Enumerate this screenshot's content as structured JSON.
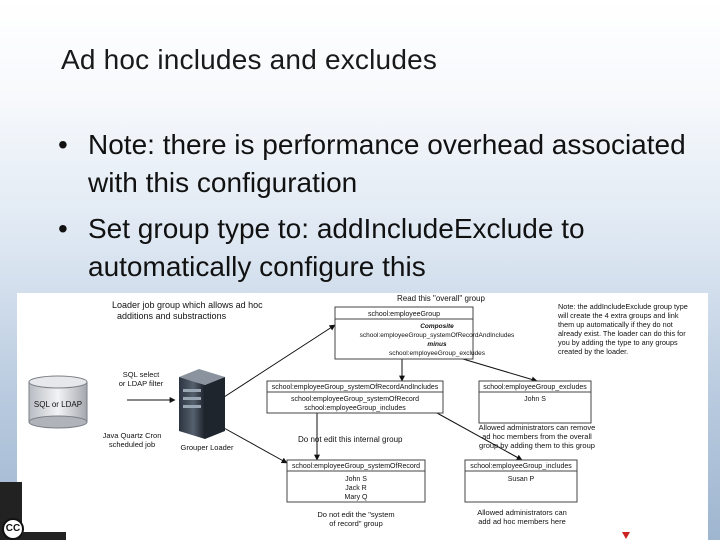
{
  "slide": {
    "title": "Ad hoc includes and excludes",
    "bullets": [
      "Note: there is performance overhead associated with this configuration",
      "Set group type to: addIncludeExclude to automatically configure this"
    ],
    "bullet_glyph": "•"
  },
  "diagram": {
    "loader_caption": [
      "Loader job group which allows ad hoc",
      "additions and substractions"
    ],
    "read_overall": "Read this \"overall\" group",
    "note": [
      "Note: the addIncludeExclude group type",
      "will create the 4 extra groups and link",
      "them up automatically if they do not",
      "already exist.  The loader can do this for",
      "you by adding the type to any groups",
      "created by the loader."
    ],
    "overall_group": {
      "title": "school:employeeGroup",
      "composite": "Composite",
      "left": "school:employeeGroup_systemOfRecordAndIncludes",
      "op": "minus",
      "right": "school:employeeGroup_excludes"
    },
    "sor_and_includes": {
      "title": "school:employeeGroup_systemOfRecordAndIncludes",
      "members": [
        "school:employeeGroup_systemOfRecord",
        "school:employeeGroup_includes"
      ]
    },
    "excludes": {
      "title": "school:employeeGroup_excludes",
      "members": [
        "John S"
      ]
    },
    "sor": {
      "title": "school:employeeGroup_systemOfRecord",
      "members": [
        "John S",
        "Jack R",
        "Mary Q"
      ]
    },
    "includes": {
      "title": "school:employeeGroup_includes",
      "members": [
        "Susan P"
      ]
    },
    "db_label": "SQL or LDAP",
    "query_label": [
      "SQL select",
      "or LDAP filter"
    ],
    "cron_label": [
      "Java Quartz Cron",
      "scheduled job"
    ],
    "loader_label": "Grouper Loader",
    "do_not_edit_internal": "Do not edit this internal group",
    "admins_remove": [
      "Allowed administrators can remove",
      "ad hoc members from the overall",
      "group by adding them to this group"
    ],
    "do_not_edit_sor": [
      "Do not edit the \"system",
      "of record\" group"
    ],
    "admins_add": [
      "Allowed administrators can",
      "add ad hoc members here"
    ]
  },
  "footer": {
    "cc_icon": "CC"
  }
}
